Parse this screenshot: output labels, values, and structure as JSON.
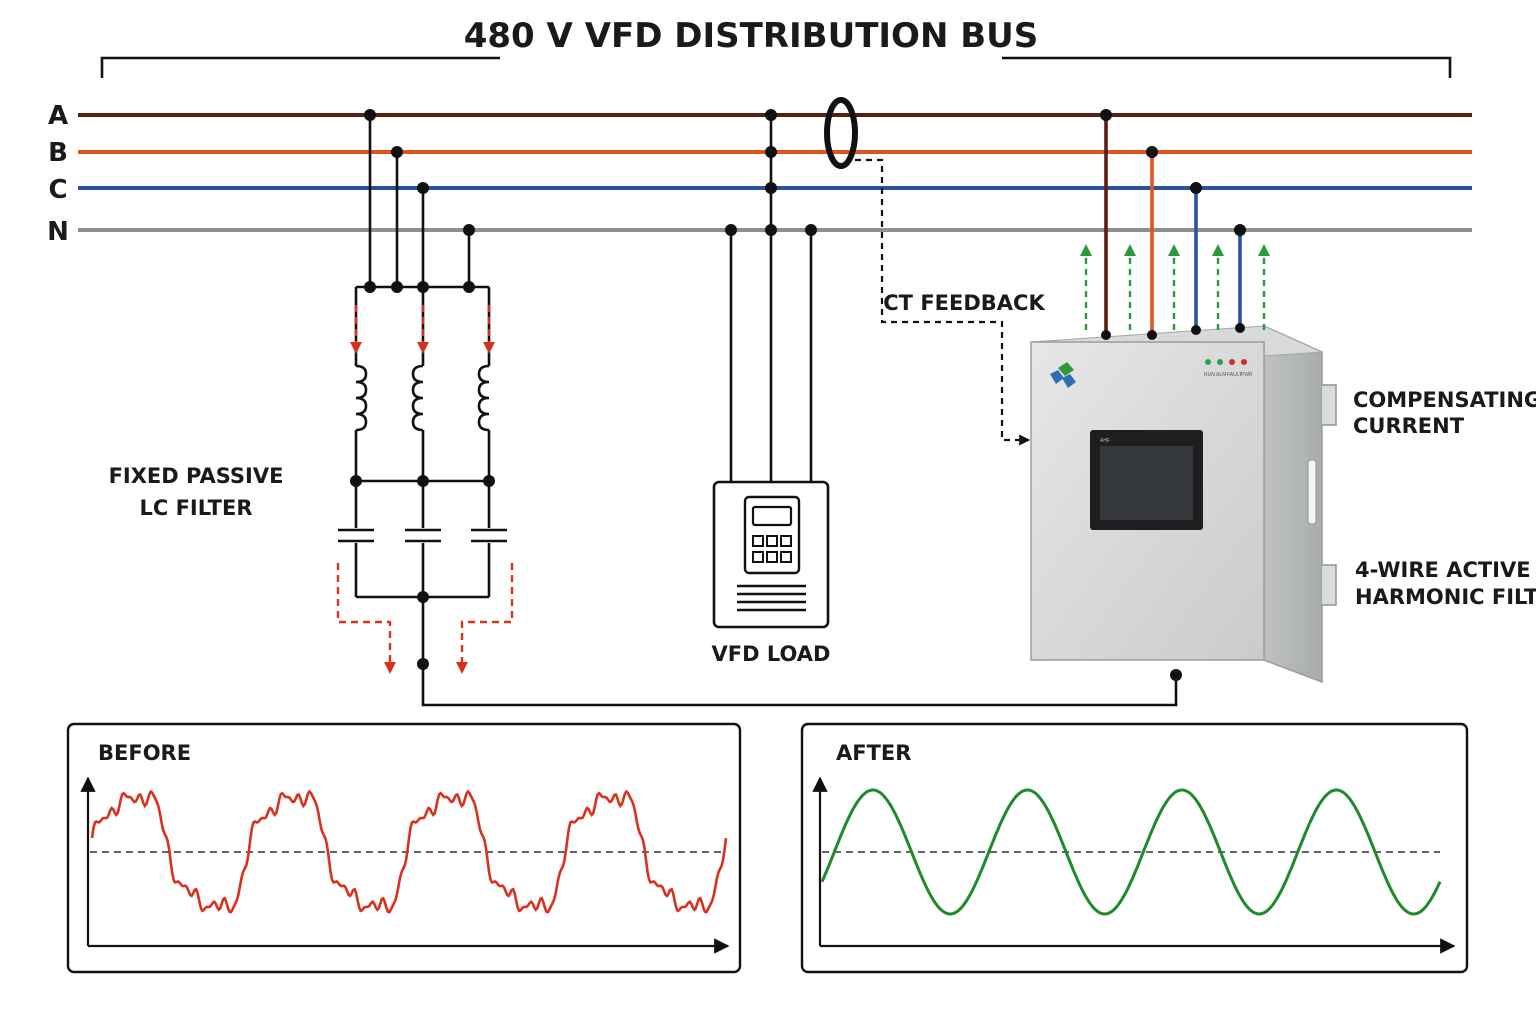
{
  "title": "480 V VFD DISTRIBUTION BUS",
  "phases": [
    {
      "label": "A",
      "color": "#5a1e10"
    },
    {
      "label": "B",
      "color": "#e0551f"
    },
    {
      "label": "C",
      "color": "#27539a"
    },
    {
      "label": "N",
      "color": "#8f8f8f"
    }
  ],
  "labels": {
    "passive_filter_line1": "FIXED PASSIVE",
    "passive_filter_line2": "LC FILTER",
    "vfd_load": "VFD LOAD",
    "ct_feedback": "CT FEEDBACK",
    "compensating_line1": "COMPENSATING",
    "compensating_line2": "CURRENT",
    "ahf_line1": "4-WIRE ACTIVE",
    "ahf_line2": "HARMONIC FILTER"
  },
  "cabinet": {
    "indicators": [
      "RUN",
      "ALM",
      "FAULT",
      "PWR"
    ],
    "indicator_colors": [
      "#2ea043",
      "#2ea043",
      "#d62828",
      "#d62828"
    ],
    "panel_text": "AHF"
  },
  "colors": {
    "harmonic_red": "#d8321e",
    "clean_green": "#1e8a2a",
    "compensation_green": "#2a9a3a"
  },
  "chart_data": [
    {
      "type": "line",
      "title": "BEFORE",
      "description_visible": "distorted current waveform",
      "series": [
        {
          "color": "#d8321e",
          "values": [
            0,
            0.9,
            0.7,
            0.85,
            0.2,
            -0.3,
            -0.9,
            -0.65,
            -0.8,
            -0.2
          ]
        }
      ],
      "cycles": 4,
      "grid": false
    },
    {
      "type": "line",
      "title": "AFTER",
      "series": [
        {
          "color": "#1e8a2a",
          "values": [
            0,
            1,
            0,
            -1,
            0
          ]
        }
      ],
      "cycles": 4,
      "grid": false
    }
  ]
}
